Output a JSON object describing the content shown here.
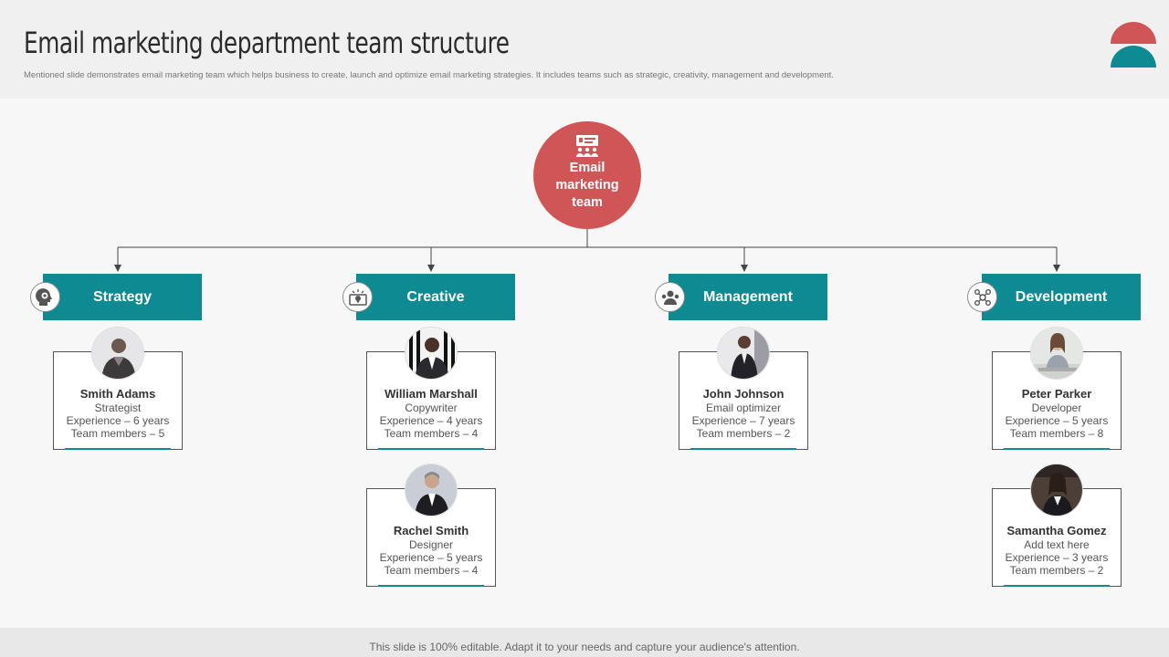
{
  "header": {
    "title": "Email marketing department team structure",
    "subtitle": "Mentioned slide demonstrates email marketing team which helps business to create, launch and optimize email marketing strategies. It includes teams such as strategic, creativity, management and development."
  },
  "colors": {
    "accent_red": "#d05557",
    "accent_teal": "#0e8a93"
  },
  "root": {
    "label": "Email\nmarketing\nteam",
    "icon": "presentation-audience-icon"
  },
  "departments": [
    {
      "label": "Strategy",
      "icon": "gear-head-icon"
    },
    {
      "label": "Creative",
      "icon": "lightbulb-screen-icon"
    },
    {
      "label": "Management",
      "icon": "manager-team-icon"
    },
    {
      "label": "Development",
      "icon": "network-nodes-icon"
    }
  ],
  "members": [
    {
      "name": "Smith Adams",
      "role": "Strategist",
      "experience": "Experience – 6 years",
      "team": "Team members – 5"
    },
    {
      "name": "William Marshall",
      "role": "Copywriter",
      "experience": "Experience – 4 years",
      "team": "Team members – 4"
    },
    {
      "name": "Rachel Smith",
      "role": "Designer",
      "experience": "Experience – 5 years",
      "team": "Team members – 4"
    },
    {
      "name": "John Johnson",
      "role": "Email optimizer",
      "experience": "Experience – 7 years",
      "team": "Team members – 2"
    },
    {
      "name": "Peter Parker",
      "role": "Developer",
      "experience": "Experience – 5 years",
      "team": "Team members – 8"
    },
    {
      "name": "Samantha Gomez",
      "role": "Add text here",
      "experience": "Experience – 3 years",
      "team": "Team members – 2"
    }
  ],
  "footer": {
    "text": "This slide is 100% editable. Adapt it to your needs and capture your audience's attention."
  }
}
